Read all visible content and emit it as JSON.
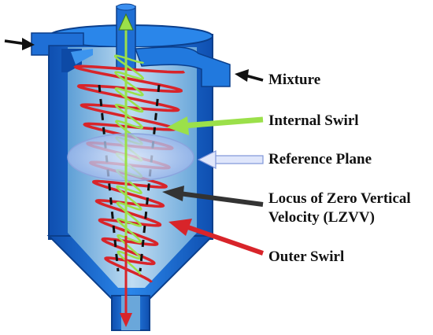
{
  "labels": {
    "mixture": "Mixture",
    "internal_swirl": "Internal Swirl",
    "reference_plane": "Reference Plane",
    "lzvv_line1": "Locus of Zero Vertical",
    "lzvv_line2": "Velocity (LZVV)",
    "outer_swirl": "Outer Swirl"
  },
  "colors": {
    "body_blue": "#1f6fd6",
    "inner_blue": "#7fb6e0",
    "outer_swirl_red": "#d8242a",
    "internal_swirl_green": "#9be04a",
    "locus_dashes": "#111111",
    "reference_plane": "#b8ccf2"
  }
}
